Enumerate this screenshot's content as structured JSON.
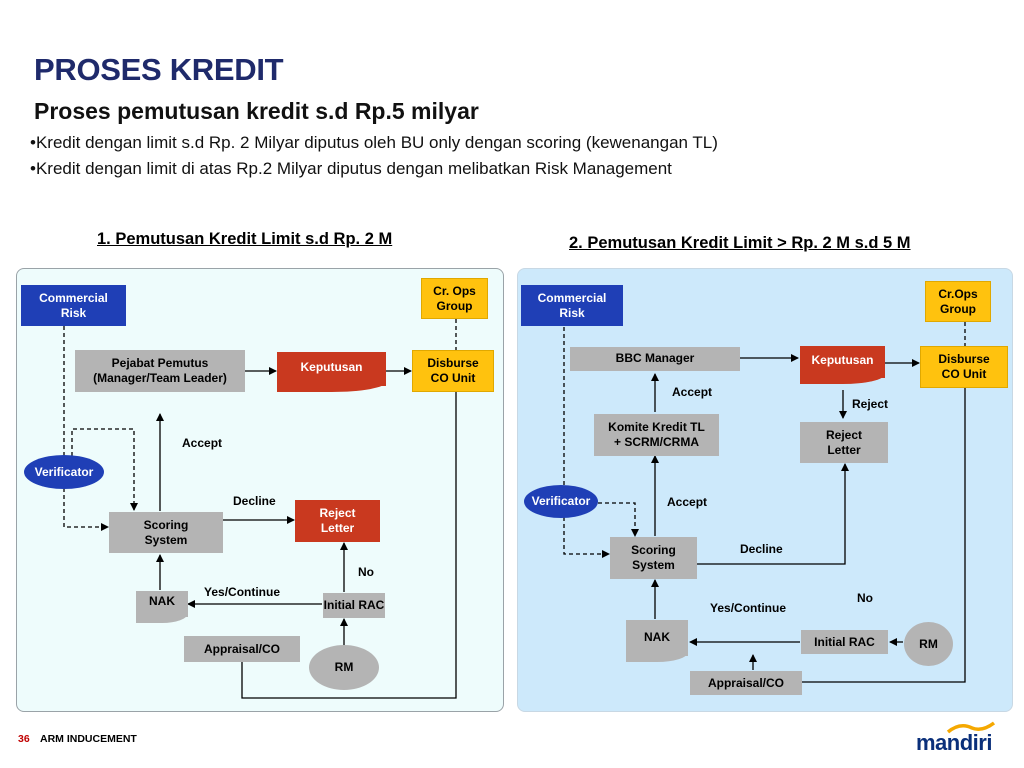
{
  "slide": {
    "title": "PROSES KREDIT",
    "subtitle": "Proses pemutusan kredit  s.d Rp.5 milyar",
    "bullets": [
      "•Kredit dengan limit s.d Rp. 2 Milyar diputus oleh BU only dengan scoring (kewenangan TL)",
      "•Kredit dengan limit di atas Rp.2 Milyar diputus dengan melibatkan Risk Management"
    ]
  },
  "diagram1": {
    "title": "1. Pemutusan Kredit Limit s.d Rp. 2 M",
    "commercial_risk": "Commercial\nRisk",
    "cr_ops": "Cr. Ops\nGroup",
    "pejabat": "Pejabat Pemutus\n(Manager/Team Leader)",
    "keputusan": "Keputusan",
    "disburse": "Disburse\nCO Unit",
    "verificator": "Verificator",
    "accept": "Accept",
    "decline": "Decline",
    "reject_letter": "Reject\nLetter",
    "scoring": "Scoring\nSystem",
    "no": "No",
    "yes_continue": "Yes/Continue",
    "nak": "NAK",
    "initial_rac": "Initial RAC",
    "appraisal": "Appraisal/CO",
    "rm": "RM"
  },
  "diagram2": {
    "title": "2. Pemutusan Kredit Limit > Rp. 2 M s.d 5 M",
    "commercial_risk": "Commercial\nRisk",
    "cr_ops": "Cr.Ops\nGroup",
    "bbc_manager": "BBC Manager",
    "keputusan": "Keputusan",
    "disburse": "Disburse\nCO Unit",
    "accept_top": "Accept",
    "reject": "Reject",
    "komite": "Komite Kredit TL\n+ SCRM/CRMA",
    "reject_letter": "Reject\nLetter",
    "verificator": "Verificator",
    "accept": "Accept",
    "scoring": "Scoring\nSystem",
    "decline": "Decline",
    "no": "No",
    "yes_continue": "Yes/Continue",
    "nak": "NAK",
    "initial_rac": "Initial RAC",
    "rm": "RM",
    "appraisal": "Appraisal/CO"
  },
  "footer": {
    "page_number": "36",
    "label": "ARM INDUCEMENT",
    "logo": "mandiri"
  },
  "colors": {
    "title": "#1f2a6b",
    "blue_box": "#1f3fb6",
    "yellow_box": "#ffc20e",
    "gray_box": "#b4b4b4",
    "red_box": "#c9391f",
    "panel1_bg": "#eefcfc",
    "panel2_bg": "#cde9fb",
    "logo_accent": "#f5a800"
  }
}
